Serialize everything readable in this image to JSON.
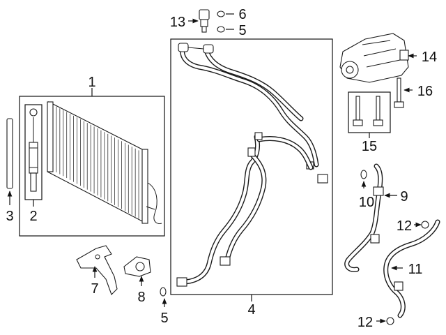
{
  "diagram": {
    "callouts": {
      "c1": "1",
      "c2": "2",
      "c3": "3",
      "c4": "4",
      "c5a": "5",
      "c5b": "5",
      "c6": "6",
      "c7": "7",
      "c8": "8",
      "c9": "9",
      "c10": "10",
      "c11": "11",
      "c12a": "12",
      "c12b": "12",
      "c13": "13",
      "c14": "14",
      "c15": "15",
      "c16": "16"
    }
  }
}
